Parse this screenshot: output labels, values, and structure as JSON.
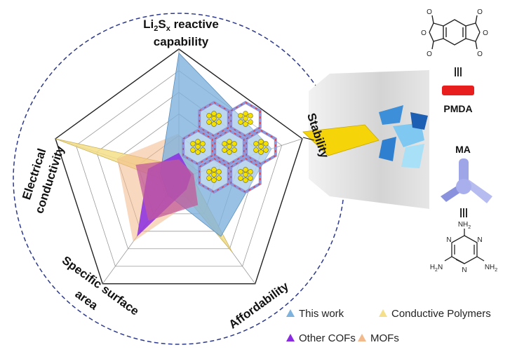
{
  "axes": {
    "top_line1_prefix": "Li",
    "top_sub1": "2",
    "top_mid": "S",
    "top_sub2": "x",
    "top_line1_suffix": " reactive",
    "top_line2": "capability",
    "left_line1": "Electrical",
    "left_line2": "conductivity",
    "bottom_left_line1": "Specific surface",
    "bottom_left_line2": "area",
    "bottom_right": "Affordability",
    "right": "Stability"
  },
  "legend": [
    {
      "label": "This work",
      "color": "#7fb2dd"
    },
    {
      "label": "Conductive Polymers",
      "color": "#f4df8a"
    },
    {
      "label": "Other COFs",
      "color": "#8a2be2"
    },
    {
      "label": "MOFs",
      "color": "#f2b98a"
    }
  ],
  "molecules": {
    "pmda_label": "PMDA",
    "ma_label": "MA",
    "equiv": "|||",
    "oxygen": "O",
    "nitrogen": "N",
    "nh2_top": "NH",
    "nh2_left": "H",
    "nh2_right": "NH",
    "sub2": "2"
  },
  "colors": {
    "this_work": "#7fb2dd",
    "conductive_polymers": "#f4df8a",
    "other_cofs": "#8a2be2",
    "mofs": "#f2b98a",
    "pmda_block": "#e81e1e"
  }
}
